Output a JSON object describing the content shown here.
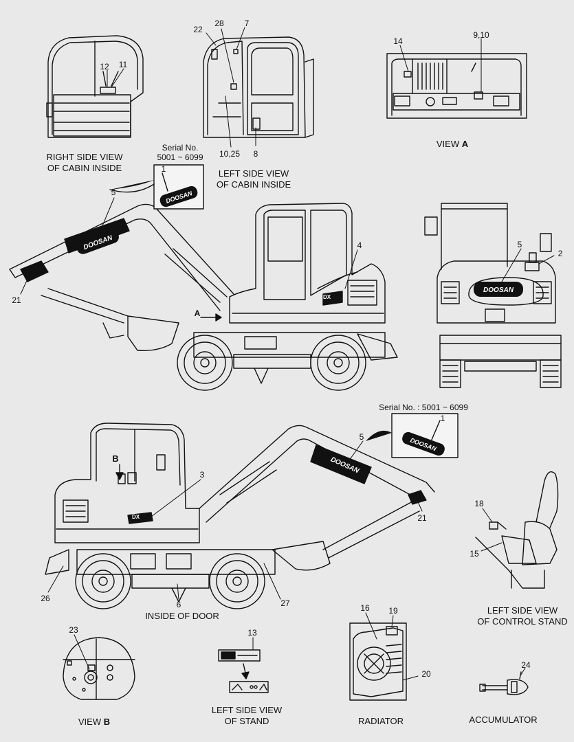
{
  "captions": {
    "right_cabin_line1": "RIGHT SIDE VIEW",
    "right_cabin_line2": "OF CABIN INSIDE",
    "left_cabin_line1": "LEFT SIDE VIEW",
    "left_cabin_line2": "OF CABIN INSIDE",
    "view_a_prefix": "VIEW",
    "view_a_letter": "A",
    "serial_top_line1": "Serial No.",
    "serial_top_line2": "5001 ~ 6099",
    "serial_mid": "Serial No. : 5001 ~ 6099",
    "inside_door": "INSIDE OF DOOR",
    "left_control_line1": "LEFT SIDE VIEW",
    "left_control_line2": "OF CONTROL STAND",
    "view_b_prefix": "VIEW",
    "view_b_letter": "B",
    "left_stand_line1": "LEFT SIDE VIEW",
    "left_stand_line2": "OF STAND",
    "radiator": "RADIATOR",
    "accumulator": "ACCUMULATOR"
  },
  "callouts": {
    "n22": "22",
    "n28": "28",
    "n7": "7",
    "n12": "12",
    "n11": "11",
    "n10_25": "10,25",
    "n8": "8",
    "n14": "14",
    "n9_10": "9,10",
    "n1_top": "1",
    "n5_top": "5",
    "n4": "4",
    "n21_top": "21",
    "n5_rear": "5",
    "n2": "2",
    "arrow_a": "A",
    "arrow_b": "B",
    "n1_mid": "1",
    "n5_mid": "5",
    "n3": "3",
    "n21_mid": "21",
    "n26": "26",
    "n6": "6",
    "n27": "27",
    "n18": "18",
    "n15": "15",
    "n23": "23",
    "n13": "13",
    "n16": "16",
    "n19": "19",
    "n20": "20",
    "n24": "24"
  },
  "decals": {
    "brand": "DOOSAN",
    "model_badge": "DX"
  },
  "colors": {
    "background": "#e9e9e9",
    "line": "#111111",
    "decal_fill": "#111111",
    "panel_fill": "#f4f4f4"
  }
}
